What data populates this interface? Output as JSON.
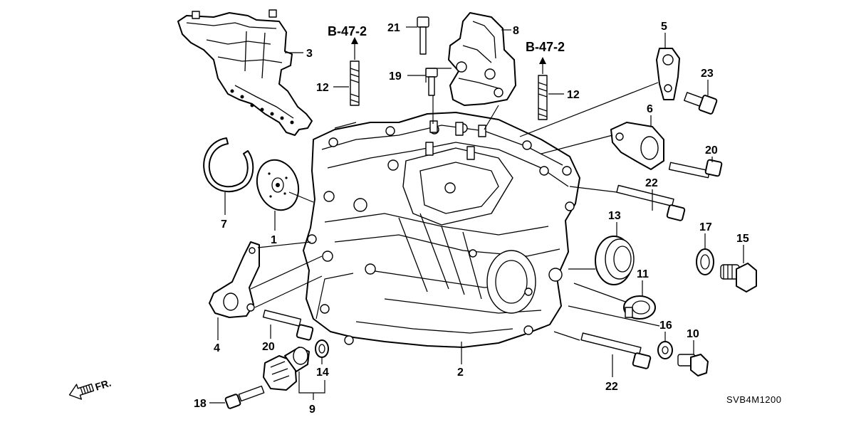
{
  "diagram": {
    "callouts": [
      {
        "id": "c1",
        "label": "1"
      },
      {
        "id": "c2",
        "label": "2"
      },
      {
        "id": "c3",
        "label": "3"
      },
      {
        "id": "c4",
        "label": "4"
      },
      {
        "id": "c5",
        "label": "5"
      },
      {
        "id": "c6",
        "label": "6"
      },
      {
        "id": "c7",
        "label": "7"
      },
      {
        "id": "c8",
        "label": "8"
      },
      {
        "id": "c9",
        "label": "9"
      },
      {
        "id": "c10",
        "label": "10"
      },
      {
        "id": "c11",
        "label": "11"
      },
      {
        "id": "c12a",
        "label": "12"
      },
      {
        "id": "c12b",
        "label": "12"
      },
      {
        "id": "c13",
        "label": "13"
      },
      {
        "id": "c14",
        "label": "14"
      },
      {
        "id": "c15",
        "label": "15"
      },
      {
        "id": "c16",
        "label": "16"
      },
      {
        "id": "c17",
        "label": "17"
      },
      {
        "id": "c18",
        "label": "18"
      },
      {
        "id": "c19",
        "label": "19"
      },
      {
        "id": "c20a",
        "label": "20"
      },
      {
        "id": "c20b",
        "label": "20"
      },
      {
        "id": "c21",
        "label": "21"
      },
      {
        "id": "c22a",
        "label": "22"
      },
      {
        "id": "c22b",
        "label": "22"
      },
      {
        "id": "c23",
        "label": "23"
      }
    ],
    "references": [
      {
        "id": "r1",
        "label": "B-47-2"
      },
      {
        "id": "r2",
        "label": "B-47-2"
      }
    ],
    "front_marker": "FR.",
    "diagram_code": "SVB4M1200"
  }
}
